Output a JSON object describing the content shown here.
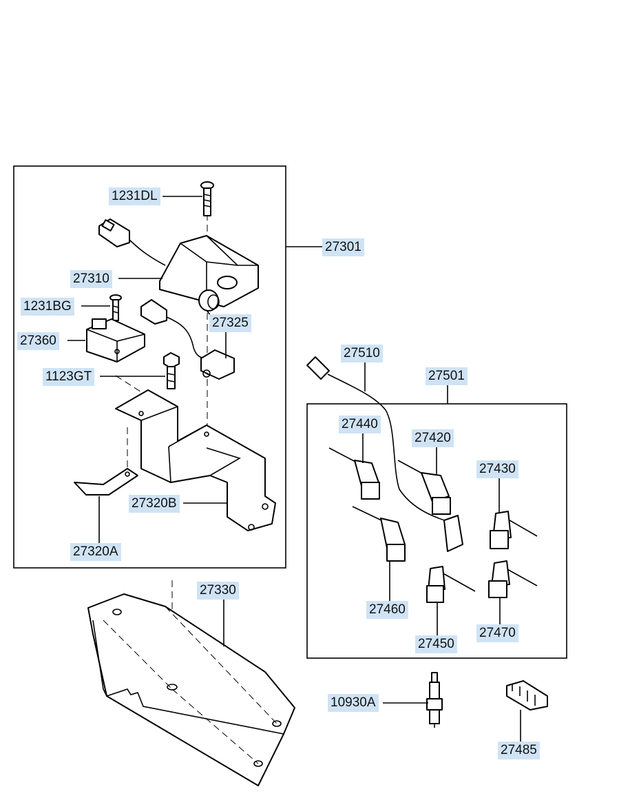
{
  "labels": {
    "l_1231DL": "1231DL",
    "l_27301": "27301",
    "l_27310": "27310",
    "l_1231BG": "1231BG",
    "l_27325": "27325",
    "l_27360": "27360",
    "l_1123GT": "1123GT",
    "l_27320B": "27320B",
    "l_27320A": "27320A",
    "l_27330": "27330",
    "l_27510": "27510",
    "l_27501": "27501",
    "l_27440": "27440",
    "l_27420": "27420",
    "l_27430": "27430",
    "l_27460": "27460",
    "l_27450": "27450",
    "l_27470": "27470",
    "l_10930A": "10930A",
    "l_27485": "27485"
  },
  "colors": {
    "label_background": "#cfe3f5",
    "line": "#000000"
  },
  "icons": {
    "ignition_coil": "ignition-coil-icon",
    "spark_plug": "spark-plug-icon",
    "cable_clip": "cable-clip-icon"
  }
}
